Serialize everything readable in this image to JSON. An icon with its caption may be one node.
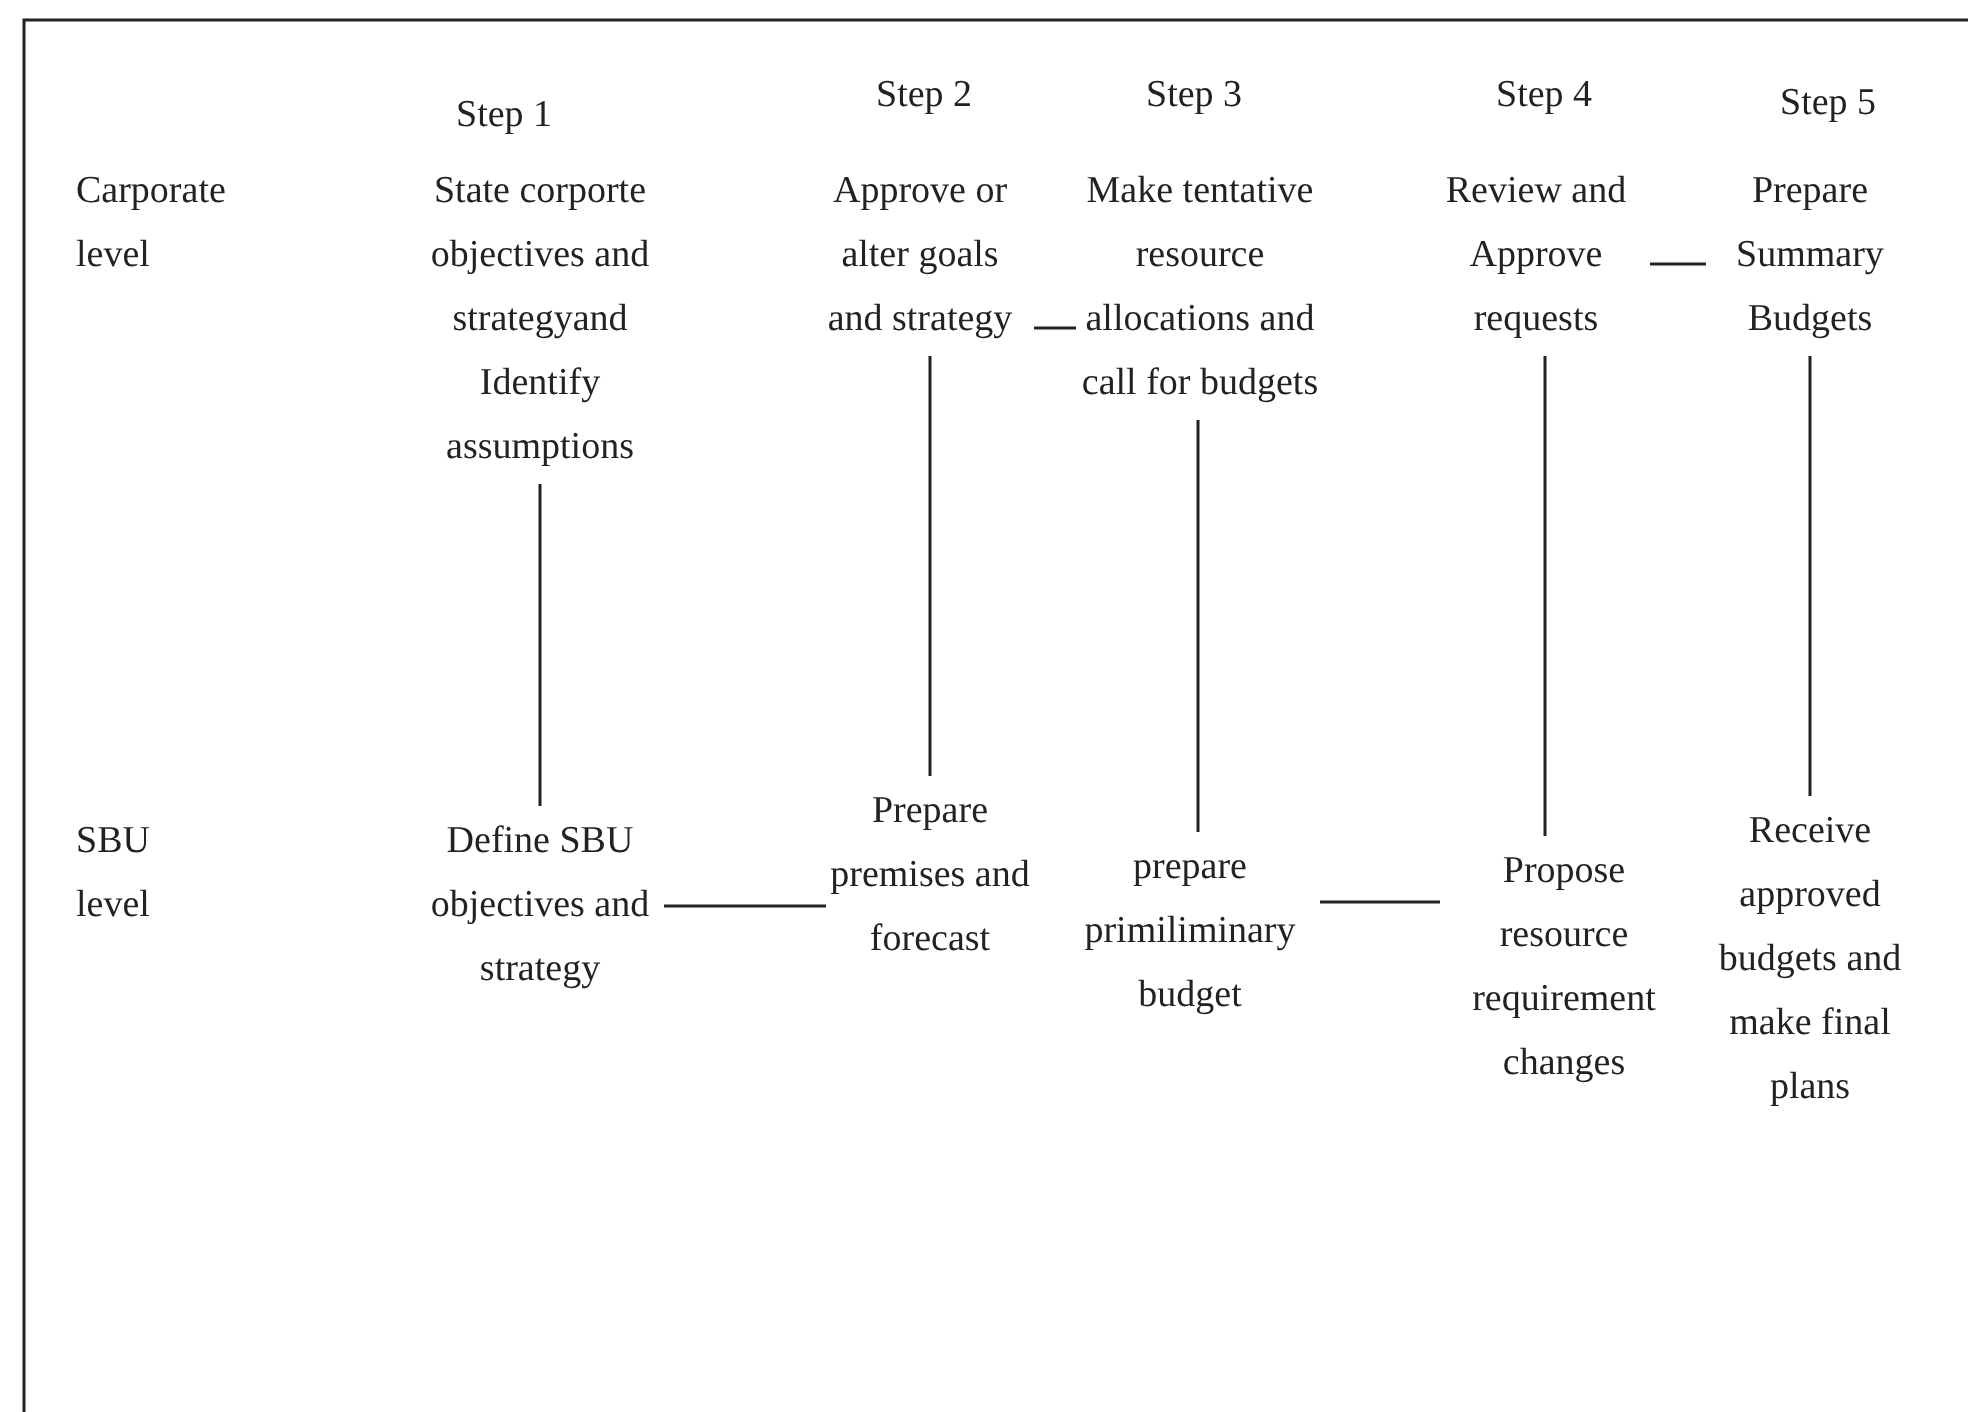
{
  "diagram": {
    "nodes": [
      {
        "text": [
          "State corporte objectives and strategyand Identify assumptions"
        ]
      },
      {
        "text": [
          "Approve or alter goals and strategy"
        ]
      },
      {
        "text": [
          "Make tentative resource allocations and call for budgets"
        ]
      },
      {
        "text": [
          "Review and Approve requests"
        ]
      },
      {
        "text": [
          "Prepare Summary Budgets"
        ]
      },
      {
        "text": [
          "Define SBU objectives and strategy"
        ]
      },
      {
        "text": [
          "Prepare premises and forecast"
        ]
      },
      {
        "text": [
          "prepare primiliminary budget"
        ]
      },
      {
        "text": [
          "Propose resource requirement changes"
        ]
      },
      {
        "text": [
          "Receive approved budgets and make final plans"
        ]
      }
    ],
    "edges": [
      {
        "from": 0,
        "to": 5,
        "arrow": "none"
      },
      {
        "from": 5,
        "to": 6,
        "arrow": "none"
      },
      {
        "from": 6,
        "to": 1,
        "arrow": "none"
      },
      {
        "from": 1,
        "to": 2,
        "arrow": "none"
      },
      {
        "from": 2,
        "to": 7,
        "arrow": "none"
      },
      {
        "from": 7,
        "to": 8,
        "arrow": "none"
      },
      {
        "from": 8,
        "to": 3,
        "arrow": "none"
      },
      {
        "from": 3,
        "to": 4,
        "arrow": "none"
      },
      {
        "from": 4,
        "to": 9,
        "arrow": "none"
      }
    ],
    "labels": [
      "Step 1",
      "Step 2",
      "Step 3",
      "Step 4",
      "Step 5",
      "Carporate level",
      "SBU level"
    ]
  }
}
